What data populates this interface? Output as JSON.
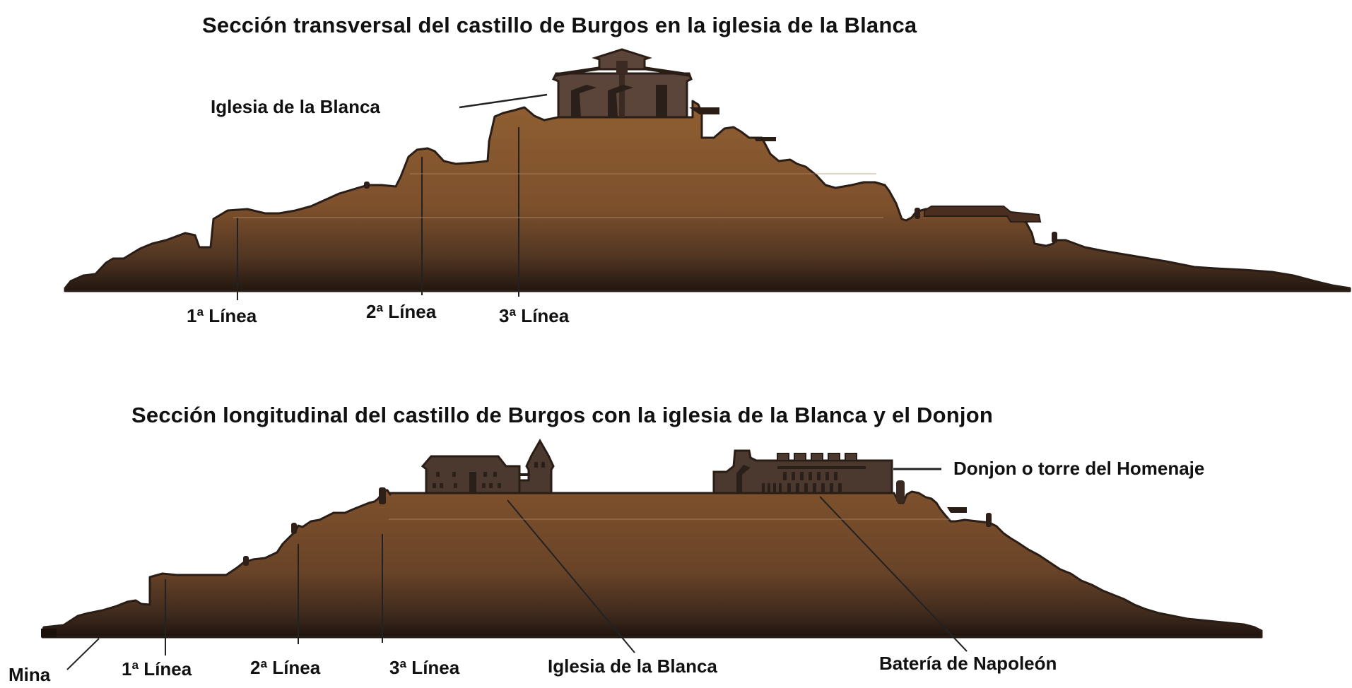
{
  "colors": {
    "hill_top": "#8c5c31",
    "hill_bottom": "#24170f",
    "outline": "#2a1d16",
    "building": "#4a362c",
    "building_dark": "#2b1f19",
    "text": "#111111"
  },
  "transverse": {
    "title": "Sección transversal del castillo de Burgos en la iglesia de la Blanca",
    "labels": {
      "church": "Iglesia de la Blanca",
      "line1": "1ª Línea",
      "line2": "2ª Línea",
      "line3": "3ª Línea"
    }
  },
  "longitudinal": {
    "title": "Sección longitudinal del castillo de Burgos con la iglesia de la Blanca y el Donjon",
    "labels": {
      "donjon": "Donjon o torre del Homenaje",
      "mina": "Mina",
      "line1": "1ª Línea",
      "line2": "2ª Línea",
      "line3": "3ª Línea",
      "church": "Iglesia de la Blanca",
      "battery": "Batería de Napoleón"
    }
  }
}
